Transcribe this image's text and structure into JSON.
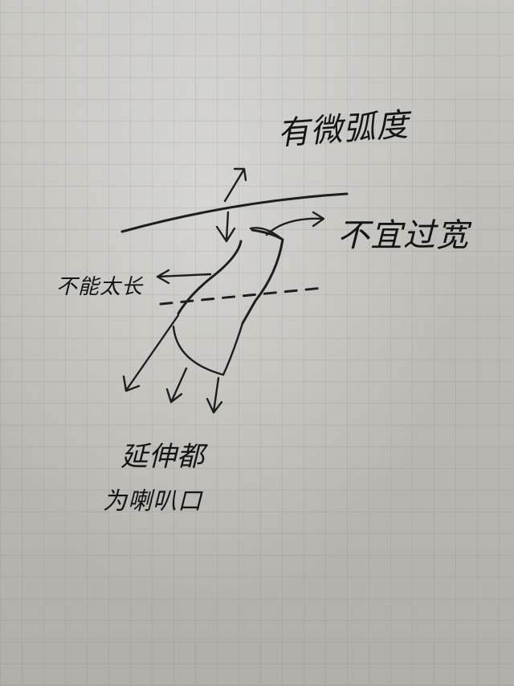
{
  "colors": {
    "paper": "#c3c1bb",
    "ink": "#1e1e1e"
  },
  "labels": {
    "curvature": "有微弧度",
    "not_too_wide": "不宜过宽",
    "not_too_long": "不能太长",
    "extension_line1": "延伸都",
    "extension_line2": "为喇叭口"
  }
}
